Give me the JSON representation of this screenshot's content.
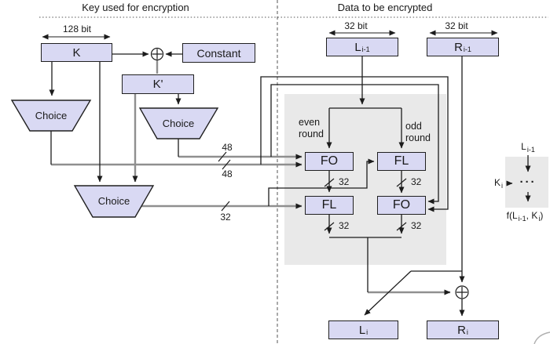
{
  "titles": {
    "left": "Key used for encryption",
    "right": "Data to be encrypted"
  },
  "key_panel": {
    "bit_width": "128 bit",
    "k": "K",
    "constant": "Constant",
    "k_prime": "K'",
    "choice1": "Choice",
    "choice2": "Choice",
    "choice3": "Choice",
    "bus48_top": "48",
    "bus48_bottom": "48",
    "bus32": "32"
  },
  "data_panel": {
    "left_bit_width": "32 bit",
    "right_bit_width": "32 bit",
    "l_in_base": "L",
    "l_in_sub": "i-1",
    "r_in_base": "R",
    "r_in_sub": "i-1",
    "even_round": "even round",
    "odd_round": "odd round",
    "fo_even": "FO",
    "fl_odd": "FL",
    "fl_even": "FL",
    "fo_odd": "FO",
    "bus32_labels": [
      "32",
      "32",
      "32",
      "32"
    ],
    "l_out_base": "L",
    "l_out_sub": "i",
    "r_out_base": "R",
    "r_out_sub": "i"
  },
  "mini_diagram": {
    "top_base": "L",
    "top_sub": "i-1",
    "key_base": "K",
    "key_sub": "i",
    "dots": "···",
    "f_prefix": "f(L",
    "f_sub1": "i-1",
    "f_mid": ", K",
    "f_sub2": "i",
    "f_suffix": ")"
  },
  "colors": {
    "box_fill": "#d9d9f3",
    "box_border": "#202020",
    "panel_gray": "#e9e9e9",
    "line_dark": "#1c1c1c",
    "line_gray": "#8f8f8f"
  }
}
